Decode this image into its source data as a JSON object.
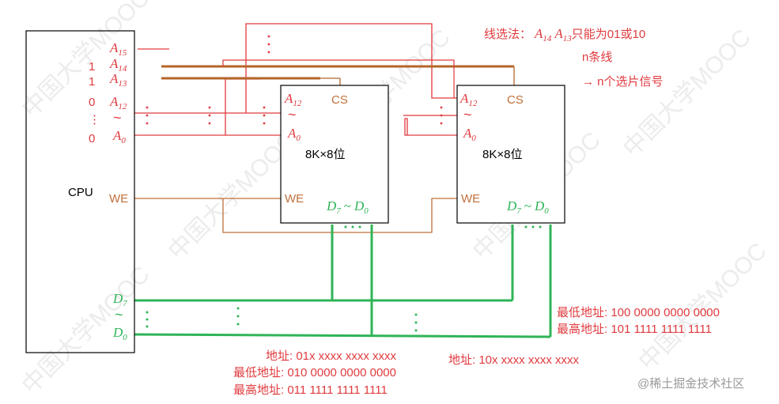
{
  "colors": {
    "address": "#e03a3e",
    "control": "#c0703a",
    "data": "#2fb457",
    "chip_select_bus": "#b5652a",
    "box": "#000000",
    "watermark": "#d9d9d9"
  },
  "cpu": {
    "label": "CPU",
    "pins": {
      "a15": {
        "letter": "A",
        "sub": "15"
      },
      "a14": {
        "letter": "A",
        "sub": "14"
      },
      "a13": {
        "letter": "A",
        "sub": "13"
      },
      "a12": {
        "letter": "A",
        "sub": "12"
      },
      "tilde_addr": "~",
      "a0": {
        "letter": "A",
        "sub": "0"
      },
      "we": "WE",
      "d7": {
        "letter": "D",
        "sub": "7"
      },
      "tilde_data": "~",
      "d0": {
        "letter": "D",
        "sub": "0"
      }
    },
    "bit_values": {
      "a14": "1",
      "a13": "1",
      "a12": "0",
      "dots": "⋮",
      "a0": "0"
    }
  },
  "chips": [
    {
      "size_label": "8K×8位",
      "cs": "CS",
      "a12": {
        "letter": "A",
        "sub": "12"
      },
      "tilde": "~",
      "a0": {
        "letter": "A",
        "sub": "0"
      },
      "we": "WE",
      "data_range": {
        "d7": {
          "letter": "D",
          "sub": "7"
        },
        "tilde": "~",
        "d0": {
          "letter": "D",
          "sub": "0"
        }
      }
    },
    {
      "size_label": "8K×8位",
      "cs": "CS",
      "a12": {
        "letter": "A",
        "sub": "12"
      },
      "tilde": "~",
      "a0": {
        "letter": "A",
        "sub": "0"
      },
      "we": "WE",
      "data_range": {
        "d7": {
          "letter": "D",
          "sub": "7"
        },
        "tilde": "~",
        "d0": {
          "letter": "D",
          "sub": "0"
        }
      }
    }
  ],
  "annotations": {
    "method_prefix": "线选法：",
    "method_a14": {
      "letter": "A",
      "sub": "14"
    },
    "method_a13": {
      "letter": "A",
      "sub": "13"
    },
    "method_suffix": "只能为01或10",
    "n_lines": "n条线",
    "n_signals": "→ n个选片信号",
    "chip1_addr": "地址: 01x xxxx xxxx xxxx",
    "chip1_min": "最低地址: 010 0000 0000 0000",
    "chip1_max": "最高地址: 011 1111 1111 1111",
    "chip2_addr": "地址: 10x xxxx xxxx xxxx",
    "chip2_min": "最低地址: 100 0000 0000 0000",
    "chip2_max": "最高地址: 101 1111 1111 1111"
  },
  "dots": {
    "vertical": "⋮",
    "horizontal": "· · ·"
  },
  "watermark_text": "中国大学MOOC",
  "credit": "@稀土掘金技术社区"
}
